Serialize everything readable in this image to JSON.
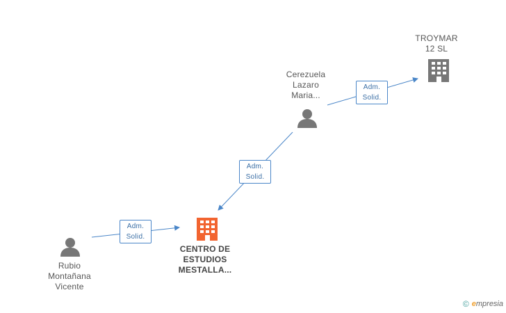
{
  "colors": {
    "person": "#777777",
    "company": "#777777",
    "main_company": "#f26430",
    "edge": "#4a86c8"
  },
  "nodes": {
    "troymar": {
      "label": "TROYMAR\n12 SL",
      "icon": "building-icon"
    },
    "cerezuela": {
      "label": "Cerezuela\nLazaro\nMaria...",
      "icon": "person-icon"
    },
    "centro": {
      "label": "CENTRO DE\nESTUDIOS\nMESTALLA...",
      "icon": "building-icon"
    },
    "rubio": {
      "label": "Rubio\nMontañana\nVicente",
      "icon": "person-icon"
    }
  },
  "edges": {
    "cerezuela_troymar": {
      "label": "Adm.\nSolid."
    },
    "cerezuela_centro": {
      "label": "Adm.\nSolid."
    },
    "rubio_centro": {
      "label": "Adm.\nSolid."
    }
  },
  "footer": {
    "copyright": "©",
    "brand_e": "e",
    "brand_rest": "mpresia"
  }
}
